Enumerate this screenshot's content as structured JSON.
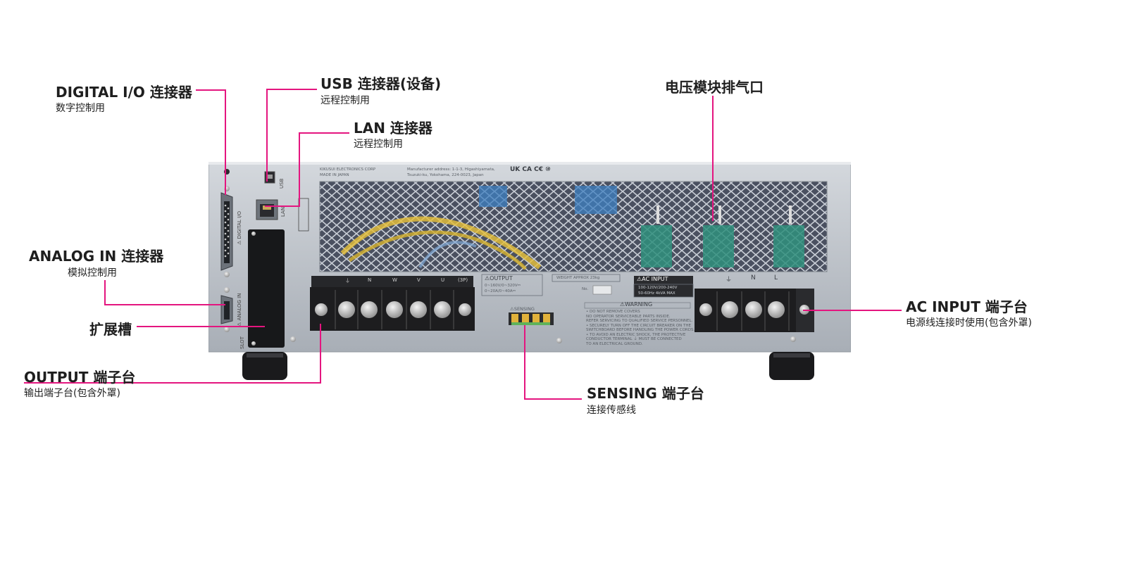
{
  "callouts": {
    "digital_io": {
      "title": "DIGITAL I/O 连接器",
      "sub": "数字控制用"
    },
    "usb": {
      "title": "USB 连接器(设备)",
      "sub": "远程控制用"
    },
    "lan": {
      "title": "LAN 连接器",
      "sub": "远程控制用"
    },
    "vent": {
      "title": "电压模块排气口"
    },
    "analog_in": {
      "title": "ANALOG IN 连接器",
      "sub": "模拟控制用"
    },
    "slot": {
      "title": "扩展槽"
    },
    "output": {
      "title": "OUTPUT 端子台",
      "sub": "输出端子台(包含外罩)"
    },
    "sensing": {
      "title": "SENSING 端子台",
      "sub": "连接传感线"
    },
    "ac_input": {
      "title": "AC INPUT 端子台",
      "sub": "电源线连接时使用(包含外罩)"
    }
  },
  "panel": {
    "maker": "KIKUSUI ELECTRONICS CORP",
    "made_in": "MADE IN JAPAN",
    "address_1": "Manufacturer address: 1-1-3, Higashiyamata,",
    "address_2": "Tsuzuki-ku, Yokohama, 224-0023, Japan",
    "marks": "UK CA  C€  ⑩",
    "usb_label": "USB",
    "lan_label": "LAN",
    "digital_label": "⚠ DIGITAL I/O",
    "analog_label": "⚠ ANALOG IN",
    "slot_label": "SLOT",
    "output_label": "⚠OUTPUT",
    "output_spec_1": "0~160V/0~320V⎓",
    "output_spec_2": "0~20A/0~40A⎓",
    "weight": "WEIGHT APPROX 23kg",
    "ac_label": "⚠AC INPUT",
    "ac_spec_1": "100-120V/200-240V",
    "ac_spec_2": "50-60Hz 4kVA MAX",
    "warning_label": "⚠WARNING",
    "warning_lines": [
      "• DO NOT REMOVE COVERS",
      "  NO OPERATOR SERVICEABLE PARTS INSIDE.",
      "  REFER SERVICING TO QUALIFIED SERVICE PERSONNEL.",
      "• SECURELY TURN OFF THE CIRCUIT BREAKER ON THE",
      "  SWITCHBOARD BEFORE HANDLING THE POWER CORDS.",
      "• TO AVOID AN ELECTRIC SHOCK, THE PROTECTIVE",
      "  CONDUCTOR TERMINAL ⏚ MUST BE CONNECTED",
      "  TO AN ELECTRICAL GROUND."
    ],
    "sensing_label": "⚠SENSING",
    "output_terminal_labels": [
      "⏚",
      "N",
      "W",
      "V",
      "U",
      "(3P)"
    ],
    "ac_terminal_labels": [
      "⏚",
      "N",
      "L"
    ],
    "no_label": "No."
  },
  "colors": {
    "accent": "#e4157f",
    "chassis": "#b9bfc6",
    "terminal": "#1d1d1f"
  }
}
